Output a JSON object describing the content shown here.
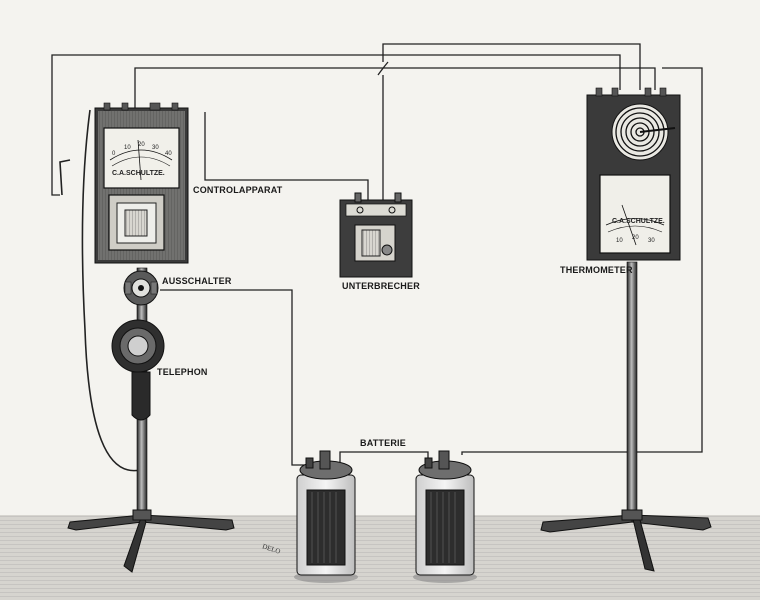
{
  "labels": {
    "controlapparat": "CONTROLAPPARAT",
    "ausschalter": "AUSSCHALTER",
    "telephon": "TELEPHON",
    "unterbrecher": "UNTERBRECHER",
    "thermometer": "THERMOMETER",
    "batterie": "BATTERIE"
  },
  "meters": {
    "control_maker": "C.A.SCHULTZE.",
    "thermo_maker": "C.A.SCHULTZE.",
    "control_scale": [
      "0",
      "10",
      "20",
      "30",
      "40"
    ],
    "thermo_scale": [
      "10",
      "20",
      "30"
    ]
  },
  "engraver_signature": "DELO",
  "colors": {
    "paper": "#f4f3ef",
    "ink": "#1a1a1a",
    "wood": "#3a3a3a",
    "floor": "#8a8a86"
  }
}
